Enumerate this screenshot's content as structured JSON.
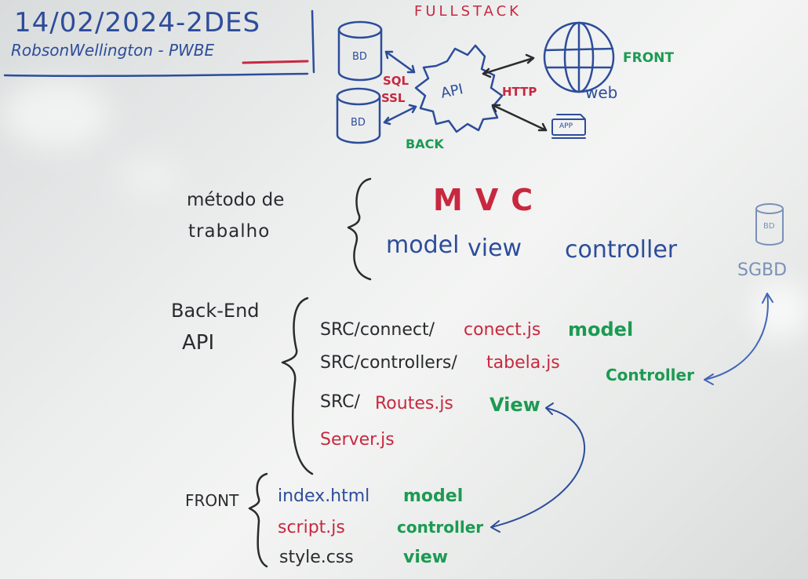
{
  "header": {
    "date_line": "14/02/2024-2DES",
    "author_line": "RobsonWellington - PWBE"
  },
  "fullstack_diagram": {
    "title": "FULLSTACK",
    "db_top_label": "BD",
    "db_bottom_label": "BD",
    "sql_label": "SQL",
    "ssl_label": "SSL",
    "api_label": "API",
    "http_label": "HTTP",
    "web_label": "web",
    "front_label": "FRONT",
    "app_label": "APP",
    "back_label": "BACK"
  },
  "method": {
    "label_line1": "método de",
    "label_line2": "trabalho",
    "acronym": "MVC",
    "expanded": [
      "model",
      "view",
      "controller"
    ]
  },
  "sgbd": {
    "db_label": "BD",
    "label": "SGBD"
  },
  "backend": {
    "label_line1": "Back-End",
    "label_line2": "API",
    "files": [
      {
        "path": "SRC/connect/",
        "file": "conect.js",
        "role": "model"
      },
      {
        "path": "SRC/controllers/",
        "file": "tabela.js",
        "role": "Controller"
      },
      {
        "path": "SRC/",
        "file": "Routes.js",
        "role": "View"
      },
      {
        "path": "",
        "file": "Server.js",
        "role": ""
      }
    ]
  },
  "front": {
    "label": "FRONT",
    "files": [
      {
        "file": "index.html",
        "role": "model"
      },
      {
        "file": "script.js",
        "role": "controller"
      },
      {
        "file": "style.css",
        "role": "view"
      }
    ]
  },
  "colors": {
    "blue_marker": "#2d4d9a",
    "red_marker": "#c8283f",
    "green_marker": "#1c9a52",
    "black_marker": "#2b2b2f"
  }
}
